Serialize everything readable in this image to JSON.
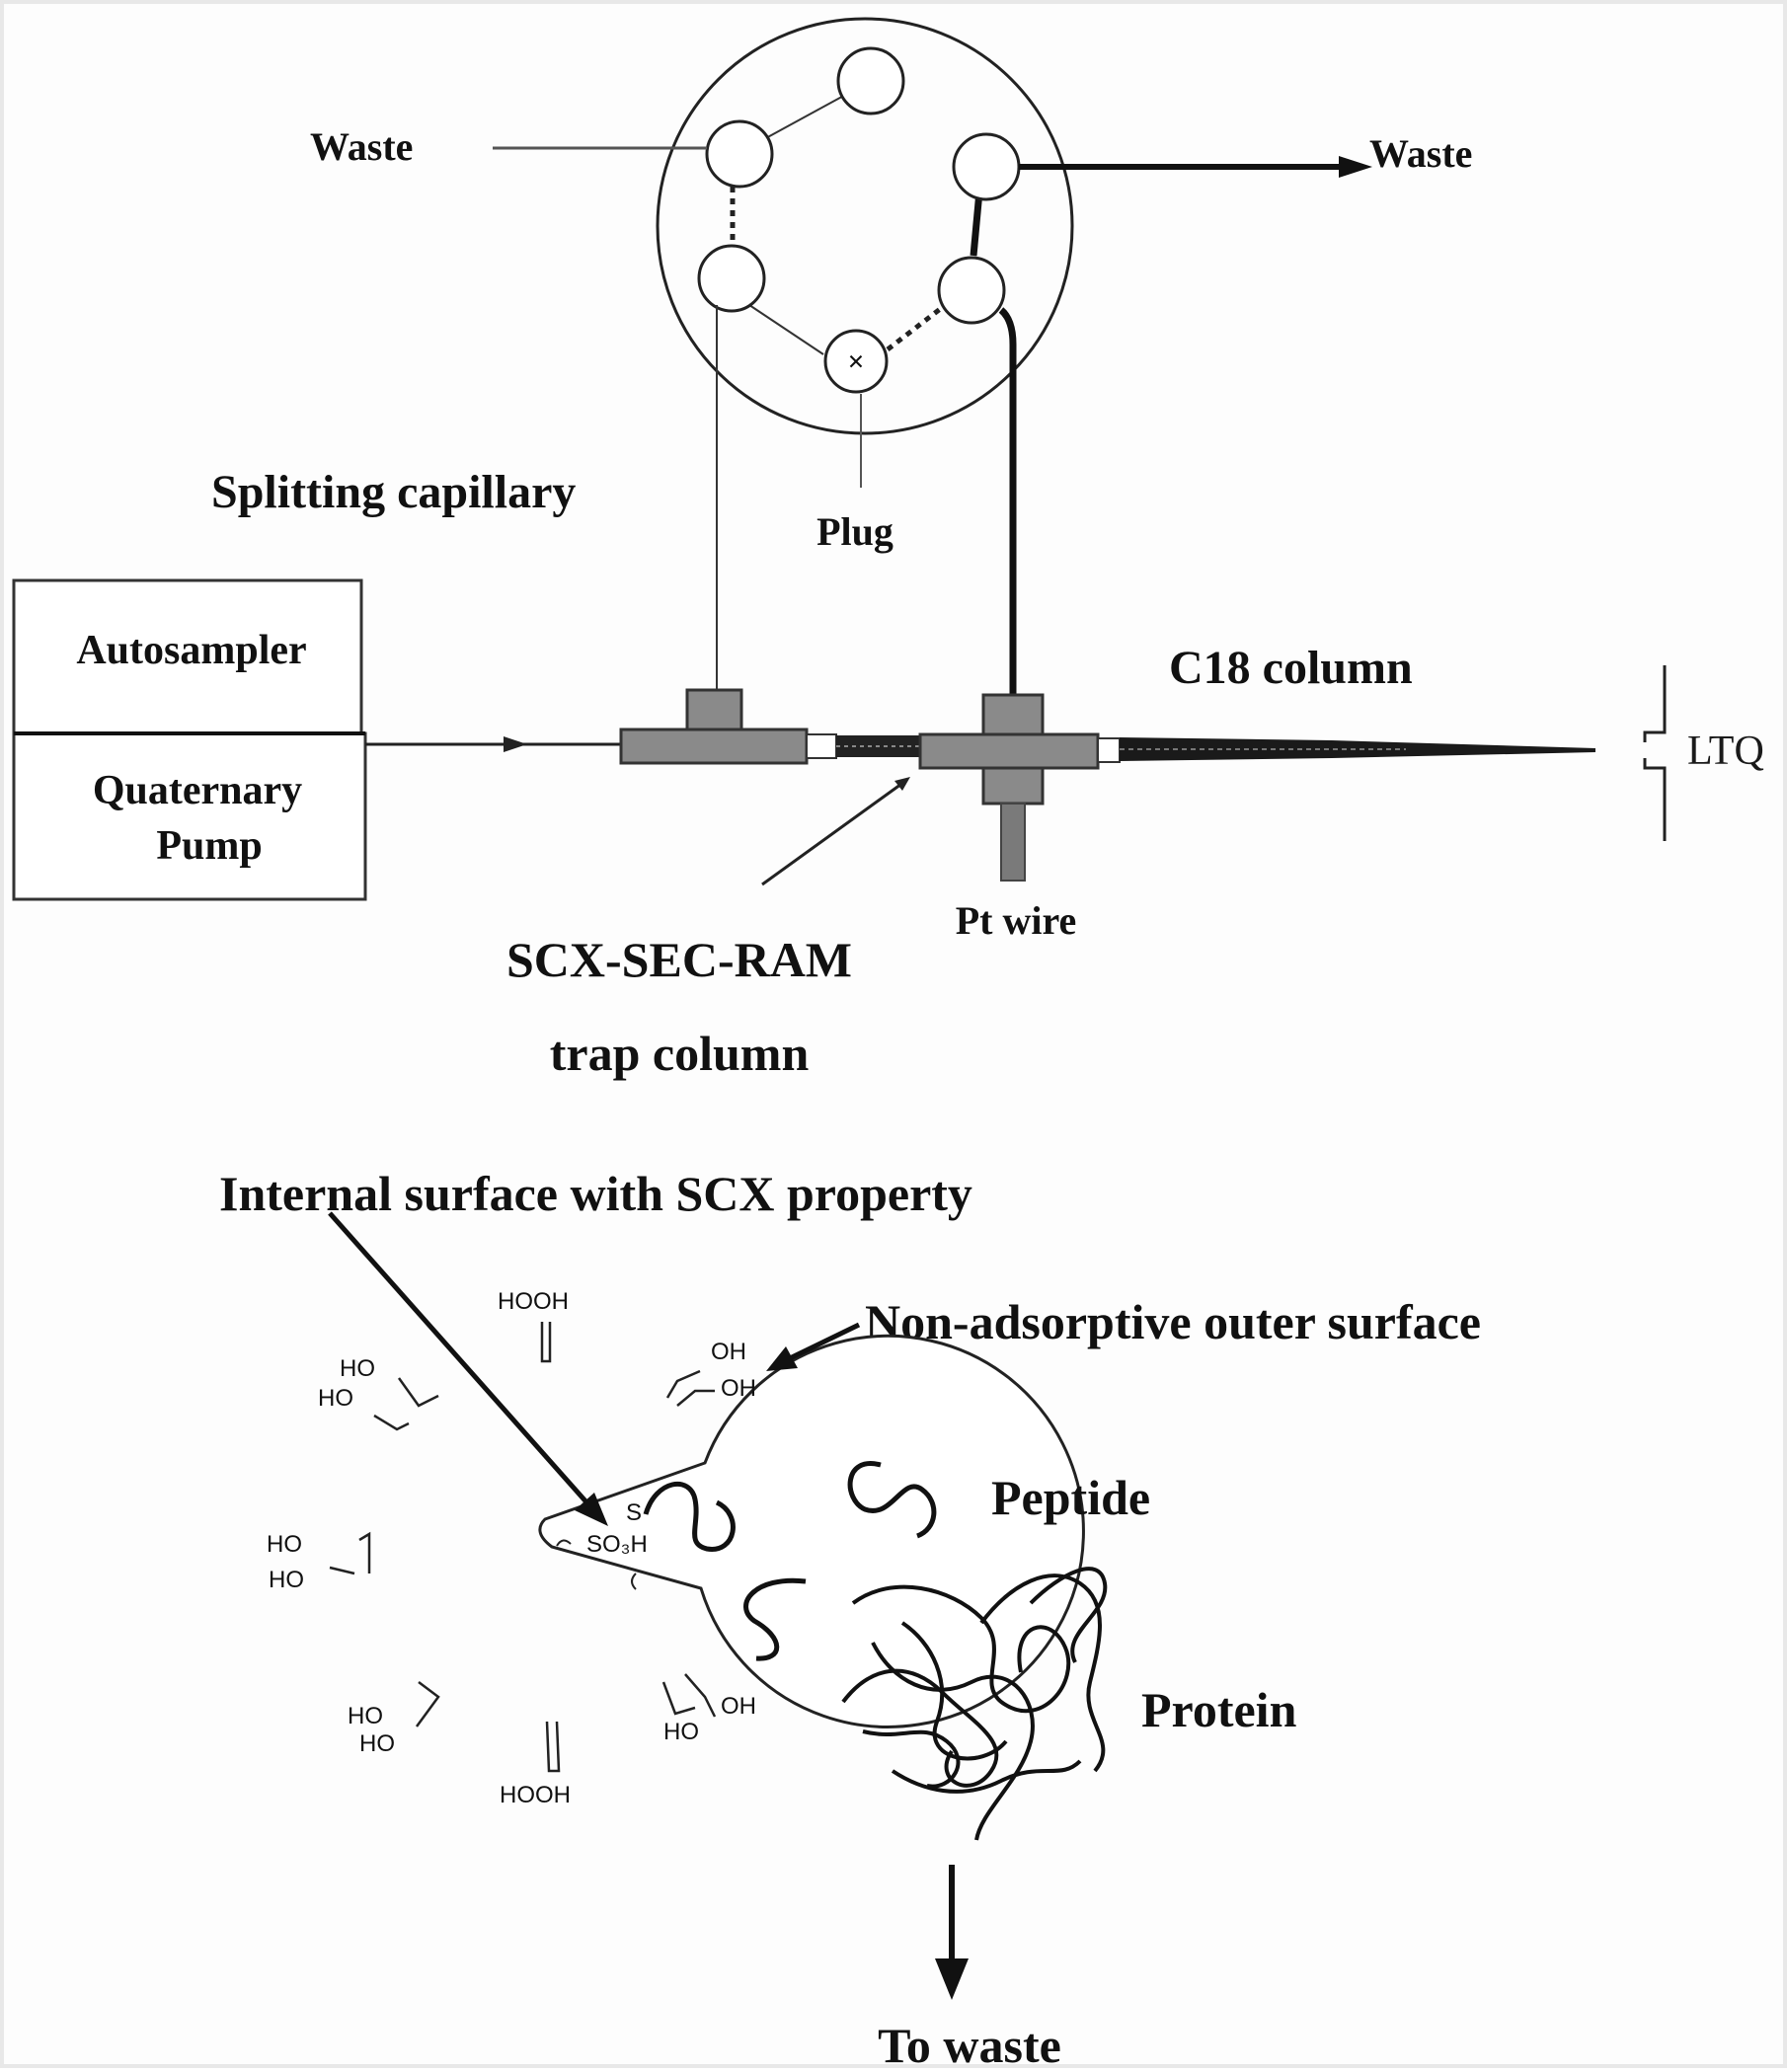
{
  "setup": {
    "valve": {
      "waste_left": "Waste",
      "waste_right": "Waste",
      "plug": "Plug",
      "plug_marker": "×"
    },
    "splitting_capillary": "Splitting capillary",
    "autosampler": "Autosampler",
    "pump_line1": "Quaternary",
    "pump_line2": "Pump",
    "c18_column": "C18  column",
    "ltq": "LTQ",
    "pt_wire": "Pt wire",
    "trap_line1": "SCX-SEC-RAM",
    "trap_line2": "trap column"
  },
  "particle": {
    "internal_surface": "Internal surface with SCX property",
    "outer_surface": "Non-adsorptive outer surface",
    "peptide": "Peptide",
    "protein": "Protein",
    "to_waste": "To waste",
    "sulfonic_group": "SO₃H",
    "sulfonic_prefix": "S",
    "groups": {
      "top_pair": "HOOH",
      "oh": "OH",
      "ho": "HO",
      "bottom_pair": "HOOH"
    }
  }
}
